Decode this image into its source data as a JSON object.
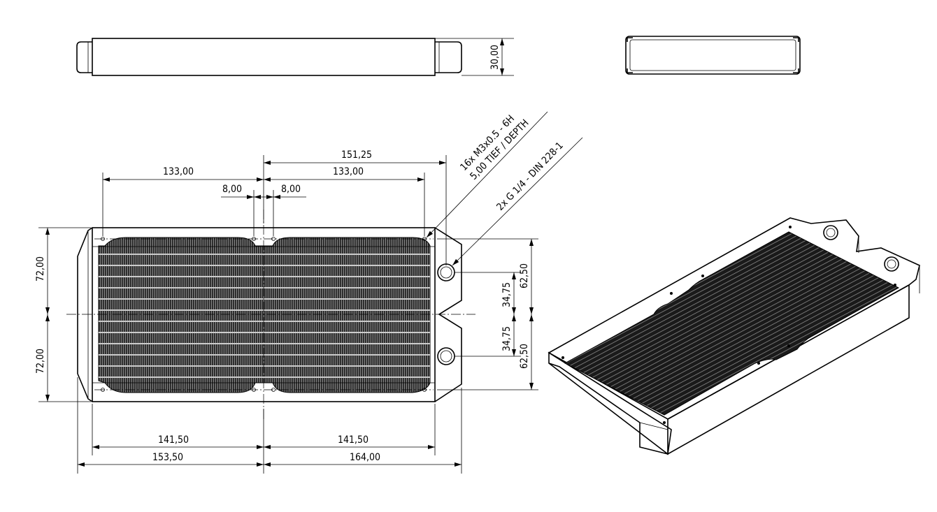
{
  "drawing": {
    "line_color": "#000000",
    "background": "#ffffff",
    "dims": {
      "top_height": "30,00",
      "overall_port_offset": "151,25",
      "hole_spacing_left": "133,00",
      "hole_spacing_right": "133,00",
      "center_gap_left": "8,00",
      "center_gap_right": "8,00",
      "half_height_top": "72,00",
      "half_height_bottom": "72,00",
      "port_offset_top": "34,75",
      "port_offset_bottom": "34,75",
      "hole_offset_top": "62,50",
      "hole_offset_bottom": "62,50",
      "body_half_left": "141,50",
      "body_half_right": "141,50",
      "overall_left": "153,50",
      "overall_right": "164,00"
    },
    "callouts": {
      "thread_line1": "16x M3x0.5 - 6H",
      "thread_line2": "5,00 TIEF / DEPTH",
      "port": "2x G 1/4 - DIN 228-1"
    }
  }
}
